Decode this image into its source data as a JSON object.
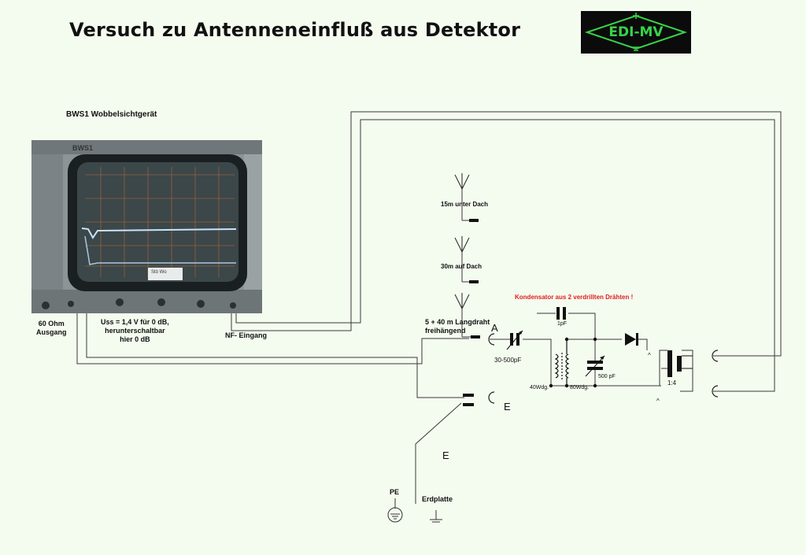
{
  "title": "Versuch zu Antenneneinfluß aus Detektor",
  "logo": {
    "text": "EDI-MV",
    "color": "#39d24a"
  },
  "device": {
    "name": "BWS1 Wobbelsichtgerät",
    "panel_text": "BWS1",
    "screen_tag": "Stö Wo"
  },
  "labels": {
    "output": "60 Ohm\nAusgang",
    "uss": "Uss = 1,4 V für 0 dB,\nherunterschaltbar\nhier 0 dB",
    "nf_input": "NF- Eingang",
    "antenna_15m": "15m unter Dach",
    "antenna_30m": "30m auf Dach",
    "longwire": "5 + 40 m Langdraht\nfreihängend",
    "longwire_A": "A",
    "capacitor_note": "Kondensator aus 2 verdrillten Drähten !",
    "cap_1pf": "1pF",
    "cap_var": "30-500pF",
    "coil_40": "40Wdg.",
    "coil_80": "80Wdg.",
    "cap_500": "500 pF",
    "transformer": "1:4",
    "E_top": "E",
    "E_bottom": "E",
    "PE": "PE",
    "erdplatte": "Erdplatte",
    "caret_1": "^",
    "caret_2": "^"
  },
  "colors": {
    "line": "#3a3a3a",
    "accent_red": "#e02020",
    "trace": "#c9e3ff"
  }
}
